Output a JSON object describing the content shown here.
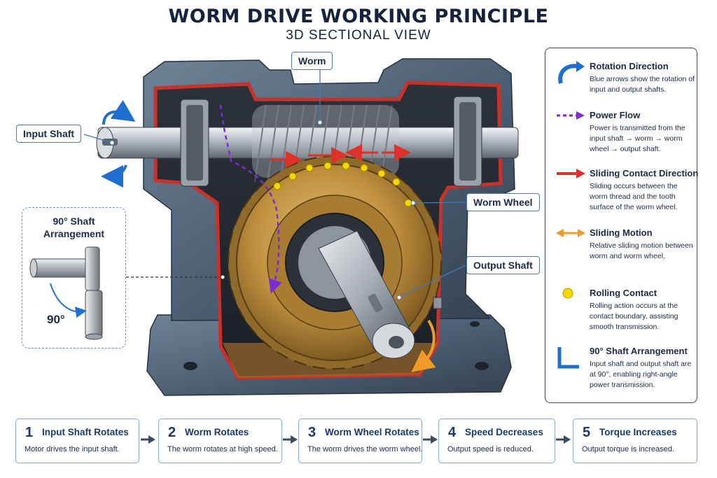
{
  "header": {
    "title": "WORM DRIVE WORKING PRINCIPLE",
    "subtitle": "3D SECTIONAL VIEW"
  },
  "callouts": {
    "worm": "Worm",
    "input_shaft": "Input Shaft",
    "worm_wheel": "Worm Wheel",
    "output_shaft": "Output Shaft"
  },
  "shaft_arrangement_inset": {
    "title_line1": "90° Shaft",
    "title_line2": "Arrangement",
    "angle_label": "90°"
  },
  "legend": {
    "items": [
      {
        "icon": "rotation-arrow-icon",
        "color": "#1f6fd1",
        "title": "Rotation Direction",
        "description": "Blue arrows show the rotation of input and output shafts."
      },
      {
        "icon": "dashed-arrow-icon",
        "color": "#7a2bd6",
        "title": "Power Flow",
        "description": "Power is transmitted from the input shaft → worm → worm wheel → output shaft."
      },
      {
        "icon": "red-arrow-icon",
        "color": "#e0302a",
        "title": "Sliding Contact Direction",
        "description": "Sliding occurs between the worm thread and the tooth surface of the worm wheel."
      },
      {
        "icon": "double-arrow-icon",
        "color": "#f09a2a",
        "title": "Sliding Motion",
        "description": "Relative sliding motion between worm and worm wheel."
      },
      {
        "icon": "yellow-dot-icon",
        "color": "#f5d800",
        "title": "Rolling Contact",
        "description": "Rolling action occurs at the contact boundary, assisting smooth transmission."
      },
      {
        "icon": "right-angle-icon",
        "color": "#1f6fd1",
        "title": "90° Shaft Arrangement",
        "description": "Input shaft and output shaft are at 90°, enabling right-angle power transmission."
      }
    ]
  },
  "steps": [
    {
      "number": "1",
      "title": "Input Shaft Rotates",
      "description": "Motor drives the input shaft."
    },
    {
      "number": "2",
      "title": "Worm Rotates",
      "description": "The worm rotates at high speed."
    },
    {
      "number": "3",
      "title": "Worm Wheel Rotates",
      "description": "The worm drives the worm wheel."
    },
    {
      "number": "4",
      "title": "Speed Decreases",
      "description": "Output speed is reduced."
    },
    {
      "number": "5",
      "title": "Torque Increases",
      "description": "Output torque is increased."
    }
  ]
}
